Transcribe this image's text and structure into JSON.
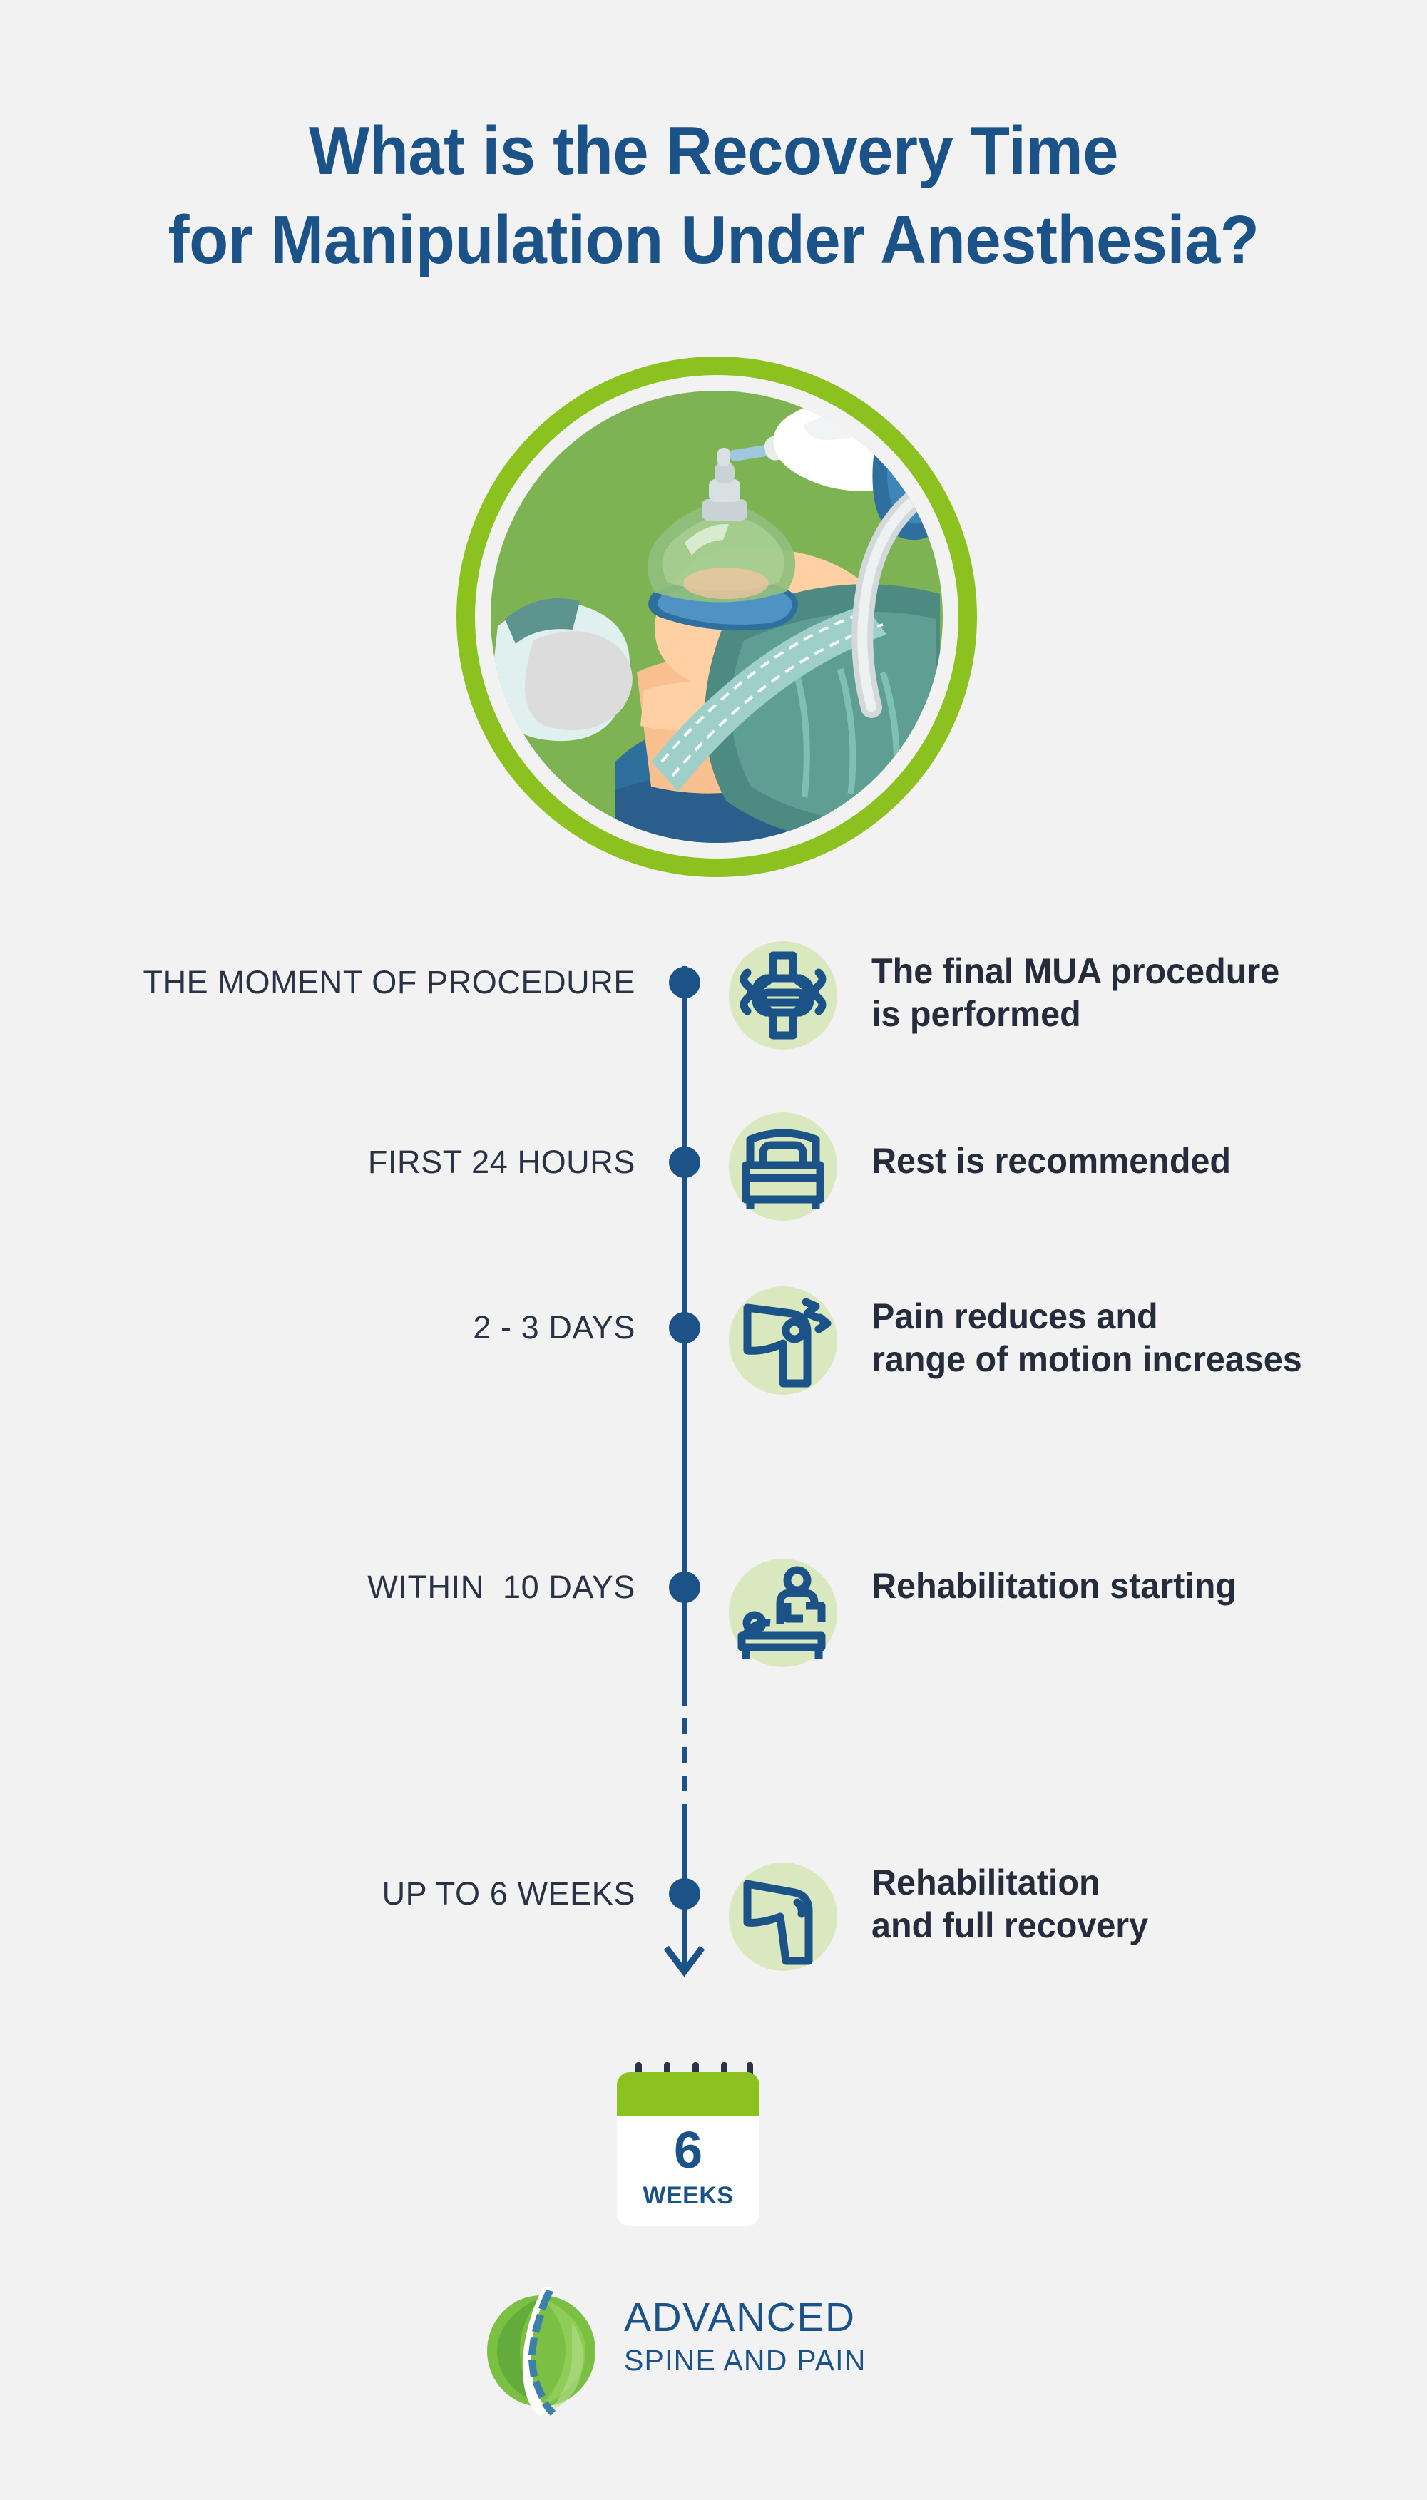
{
  "colors": {
    "background": "#f2f2f2",
    "brand_blue": "#1b5287",
    "brand_green": "#8cc220",
    "hero_green": "#7db353",
    "icon_bg_green": "#d9e8be",
    "label_navy": "#2b3245",
    "text_navy": "#262c3b"
  },
  "title": {
    "line1": "What is the Recovery Time",
    "line2": "for Manipulation Under Anesthesia?"
  },
  "hero": {
    "icon_name": "patient-under-anesthesia-illustration",
    "alt": "Patient lying down receiving anesthesia mask held by a gloved hand"
  },
  "timeline": {
    "items": [
      {
        "label": "THE MOMENT OF PROCEDURE",
        "description": "The final MUA procedure\nis performed",
        "icon": "joint-manipulation-icon"
      },
      {
        "label": "FIRST 24 HOURS",
        "description": "Rest is recommended",
        "icon": "bed-icon"
      },
      {
        "label": "2 - 3 DAYS",
        "description": "Pain reduces and\nrange of motion increases",
        "icon": "knee-pain-icon"
      },
      {
        "label": "WITHIN  10 DAYS",
        "description": "Rehabilitation starting",
        "icon": "physical-therapy-icon"
      },
      {
        "label": "UP TO 6 WEEKS",
        "description": "Rehabilitation\nand full recovery",
        "icon": "bent-knee-icon"
      }
    ]
  },
  "calendar": {
    "number": "6",
    "unit": "WEEKS",
    "icon": "calendar-icon"
  },
  "logo": {
    "name": "ADVANCED",
    "subtitle": "SPINE AND PAIN",
    "icon": "spine-leaf-logo-icon"
  }
}
